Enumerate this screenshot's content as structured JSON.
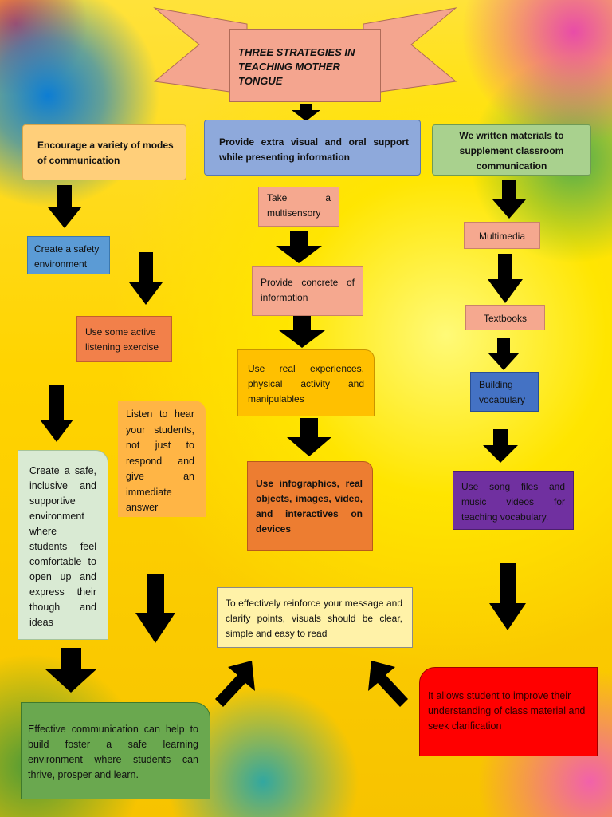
{
  "title": "THREE STRATEGIES IN TEACHING MOTHER TONGUE",
  "col1": {
    "header": "Encourage a variety of modes of communication",
    "step1": "Create a safety environment",
    "step2": "Use some active listening exercise",
    "step3": "Listen to hear your students, not just to respond and give an immediate answer",
    "step4": "Create a safe, inclusive and supportive environment where students feel comfortable to open up and express their though and ideas",
    "result": "Effective communication can help to build foster a safe learning environment where students can thrive, prosper and learn."
  },
  "col2": {
    "header": "Provide extra visual and oral support while presenting information",
    "step1": "Take a multisensory",
    "step2": "Provide concrete of information",
    "step3": "Use real experiences, physical activity and manipulables",
    "step4": "Use infographics, real objects, images, video, and interactives on devices",
    "result": "To effectively reinforce your message and clarify points, visuals should be clear, simple and easy to read"
  },
  "col3": {
    "header": "We written materials to supplement classroom communication",
    "step1": "Multimedia",
    "step2": "Textbooks",
    "step3": "Building vocabulary",
    "step4": "Use song files and music videos for teaching vocabulary.",
    "result": "It allows student to improve their understanding of class material and seek clarification"
  },
  "colors": {
    "title": "#f4a58f",
    "orange_box": "#ff9b3d",
    "salmon_box": "#f5a88f",
    "blue_box": "#5b9bd5",
    "purple_box": "#7030a0",
    "green_box": "#6aa84f",
    "red_box": "#ff0000",
    "cream_box": "#fff2a8",
    "arrow": "#000000"
  }
}
